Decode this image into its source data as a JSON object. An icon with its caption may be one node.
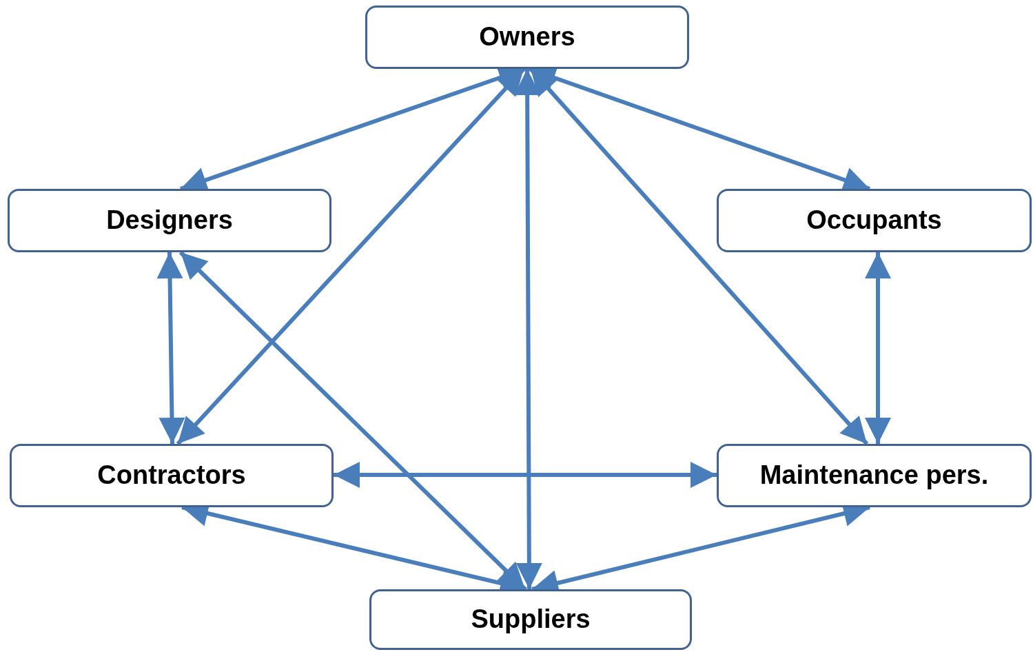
{
  "diagram": {
    "nodes": [
      {
        "text": [
          "Owners"
        ]
      },
      {
        "text": [
          "Designers"
        ]
      },
      {
        "text": [
          "Occupants"
        ]
      },
      {
        "text": [
          "Contractors"
        ]
      },
      {
        "text": [
          "Maintenance pers."
        ]
      },
      {
        "text": [
          "Suppliers"
        ]
      }
    ],
    "edges": [
      {
        "from": 0,
        "to": 1,
        "arrow": "both"
      },
      {
        "from": 0,
        "to": 2,
        "arrow": "both"
      },
      {
        "from": 0,
        "to": 3,
        "arrow": "both"
      },
      {
        "from": 0,
        "to": 5,
        "arrow": "both"
      },
      {
        "from": 0,
        "to": 4,
        "arrow": "both"
      },
      {
        "from": 1,
        "to": 3,
        "arrow": "both"
      },
      {
        "from": 1,
        "to": 5,
        "arrow": "both"
      },
      {
        "from": 2,
        "to": 4,
        "arrow": "both"
      },
      {
        "from": 3,
        "to": 4,
        "arrow": "both"
      },
      {
        "from": 3,
        "to": 5,
        "arrow": "both"
      },
      {
        "from": 4,
        "to": 5,
        "arrow": "both"
      }
    ]
  }
}
